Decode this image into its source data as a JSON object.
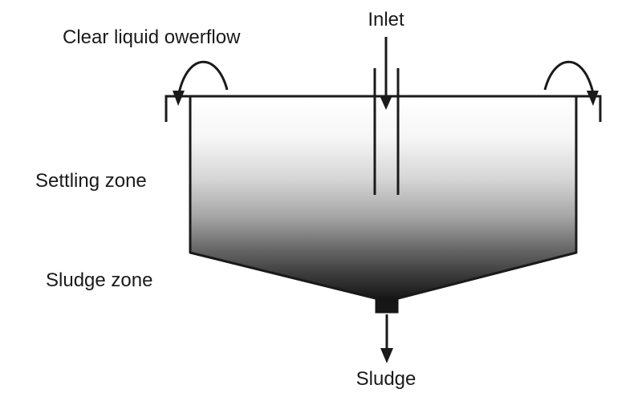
{
  "diagram": {
    "kind": "sedimentation-tank",
    "labels": {
      "inlet": "Inlet",
      "overflow": "Clear liquid owerflow",
      "settling_zone": "Settling zone",
      "sludge_zone": "Sludge zone",
      "sludge": "Sludge"
    },
    "colors": {
      "outline": "#1a1a1a",
      "gradient_top": "#ffffff",
      "gradient_bottom": "#101010",
      "outlet_fill": "#161616"
    }
  }
}
